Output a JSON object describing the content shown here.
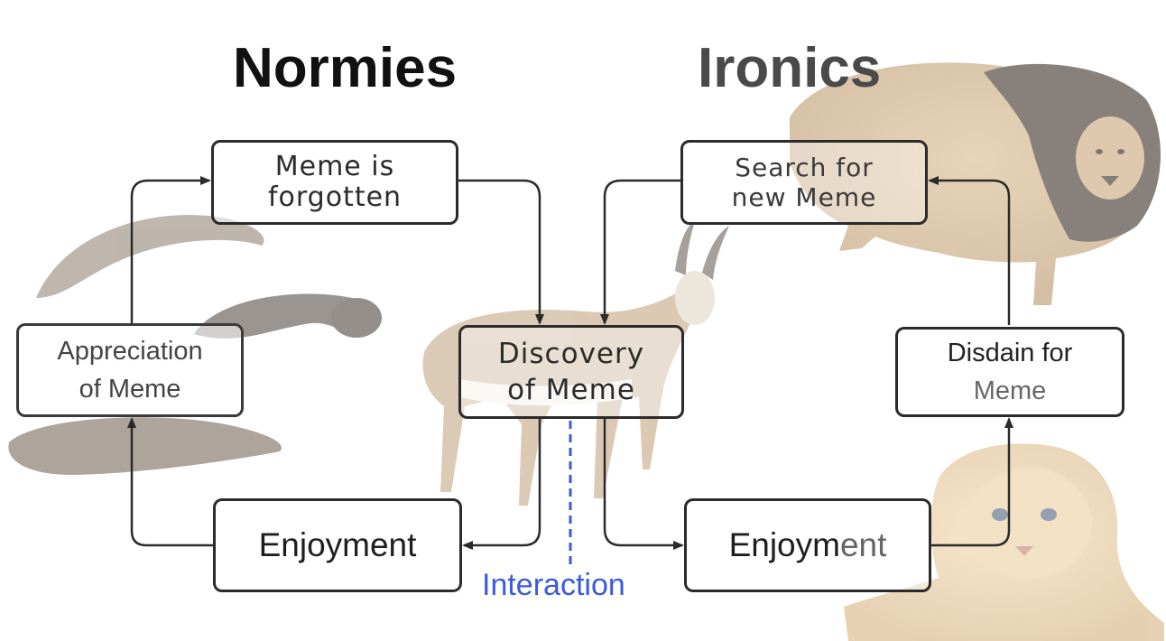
{
  "titles": {
    "left": "Normies",
    "right": "Ironics"
  },
  "nodes": {
    "meme_forgotten": [
      "Meme is",
      "forgotten"
    ],
    "search_new_meme": [
      "Search for",
      "new Meme"
    ],
    "appreciation": [
      "Appreciation",
      "of Meme"
    ],
    "discovery": [
      "Discovery",
      "of Meme"
    ],
    "disdain": [
      "Disdain for",
      "Meme"
    ],
    "enjoyment_left": "Enjoyment",
    "enjoyment_right": [
      "Enjoym",
      "ent"
    ]
  },
  "interaction_label": "Interaction",
  "colors": {
    "interaction_line": "#3b5bdb",
    "node_border": "#2b2b2b",
    "arrow": "#2b2b2b"
  },
  "background_images": [
    "leech-image",
    "springbok-image",
    "lion-image",
    "lion-cub-image"
  ]
}
